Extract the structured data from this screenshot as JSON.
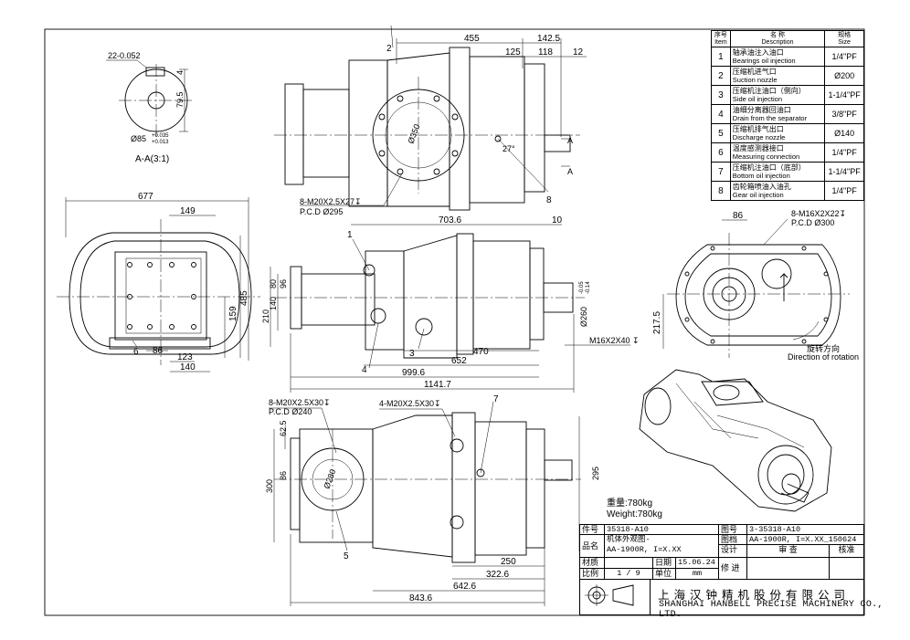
{
  "parts_table": {
    "headers": {
      "item_cn": "序号",
      "item_en": "Item",
      "desc_cn": "名   称",
      "desc_en": "Description",
      "size_cn": "规格",
      "size_en": "Size"
    },
    "rows": [
      {
        "no": "1",
        "cn": "轴承油注入油口",
        "en": "Bearings oil injection",
        "size": "1/4\"PF"
      },
      {
        "no": "2",
        "cn": "压缩机进气口",
        "en": "Suction nozzle",
        "size": "Ø200"
      },
      {
        "no": "3",
        "cn": "压缩机注油口（侧向）",
        "en": "Side oil injection",
        "size": "1-1/4\"PF"
      },
      {
        "no": "4",
        "cn": "油细分离器回油口",
        "en": "Drain from the separator",
        "size": "3/8\"PF"
      },
      {
        "no": "5",
        "cn": "压缩机排气出口",
        "en": "Discharge nozzle",
        "size": "Ø140"
      },
      {
        "no": "6",
        "cn": "温度感测器接口",
        "en": "Measuring connection",
        "size": "1/4\"PF"
      },
      {
        "no": "7",
        "cn": "压缩机注油口（底部）",
        "en": "Bottom oil injection",
        "size": "1-1/4\"PF"
      },
      {
        "no": "8",
        "cn": "齿轮箱喷油入油孔",
        "en": "Gear oil injection",
        "size": "1/4\"PF"
      }
    ]
  },
  "section_view": {
    "label": "A-A(3:1)",
    "key_dim": "22-0.052",
    "depth_dim": "79.5",
    "dia_dim": "Ø85+0.035/+0.013",
    "tol_upper": "+0.035",
    "tol_lower": "+0.013",
    "key_h": "4"
  },
  "top_view": {
    "dims": [
      "455",
      "142.5",
      "125",
      "118",
      "12"
    ],
    "callouts": [
      "2",
      "8"
    ],
    "pcd_dia": "Ø350",
    "bolt_note": "8-M20X2.5X27↧",
    "pcd_note": "P.C.D Ø295",
    "angle": "27°",
    "section_marks": [
      "A",
      "A"
    ]
  },
  "left_view": {
    "dims": [
      "677",
      "149",
      "485",
      "159",
      "6",
      "86",
      "123",
      "140"
    ]
  },
  "front_view": {
    "dims": [
      "703.6",
      "10",
      "80",
      "96",
      "140",
      "210",
      "470",
      "652",
      "999.6",
      "1141.7"
    ],
    "shaft_dia": "Ø260-0.05/-0.14",
    "shaft_dia_main": "Ø260",
    "shaft_tol_u": "-0.05",
    "shaft_tol_l": "-0.14",
    "thread_note": "M16X2X40 ↧",
    "callouts": [
      "1",
      "3",
      "4"
    ]
  },
  "right_view": {
    "bolt_note": "8-M16X2X22↧",
    "pcd_note": "P.C.D Ø300",
    "dims": [
      "86",
      "217.5"
    ],
    "rotation_cn": "旋转方向",
    "rotation_en": "Direction of rotation"
  },
  "bottom_view": {
    "bolt_note": "8-M20X2.5X30↧",
    "pcd_note": "P.C.D Ø240",
    "bolt_note2": "4-M20X2.5X30↧",
    "pcd_dia": "Ø280",
    "dims": [
      "62.5",
      "86",
      "300",
      "295",
      "250",
      "322.6",
      "642.6",
      "843.6"
    ],
    "callouts": [
      "5",
      "7"
    ]
  },
  "weight": {
    "cn": "重量:780kg",
    "en": "Weight:780kg"
  },
  "title_block": {
    "part_no_label": "件号",
    "part_no": "35318-A10",
    "drawing_no_label": "图号",
    "drawing_no": "3-35318-A10",
    "name_label": "品名",
    "name_line1": "机体外观图-",
    "name_line2": "AA-1900R, I=X.XX",
    "file_label": "图档",
    "file_name": "AA-1900R, I=X.XX_150624",
    "design_label": "设计",
    "check_label": "审    查",
    "approve_label": "核准",
    "material_label": "材质",
    "date_label": "日期",
    "date": "15.06.24",
    "revise_label": "修    进",
    "scale_label": "比例",
    "scale": "1 / 9",
    "unit_label": "单位",
    "unit": "mm",
    "company_cn": "上海汉钟精机股份有限公司",
    "company_en": "SHANGHAI HANBELL PRECISE MACHINERY CO., LTD."
  },
  "colors": {
    "line": "#000000",
    "paper": "#ffffff"
  }
}
